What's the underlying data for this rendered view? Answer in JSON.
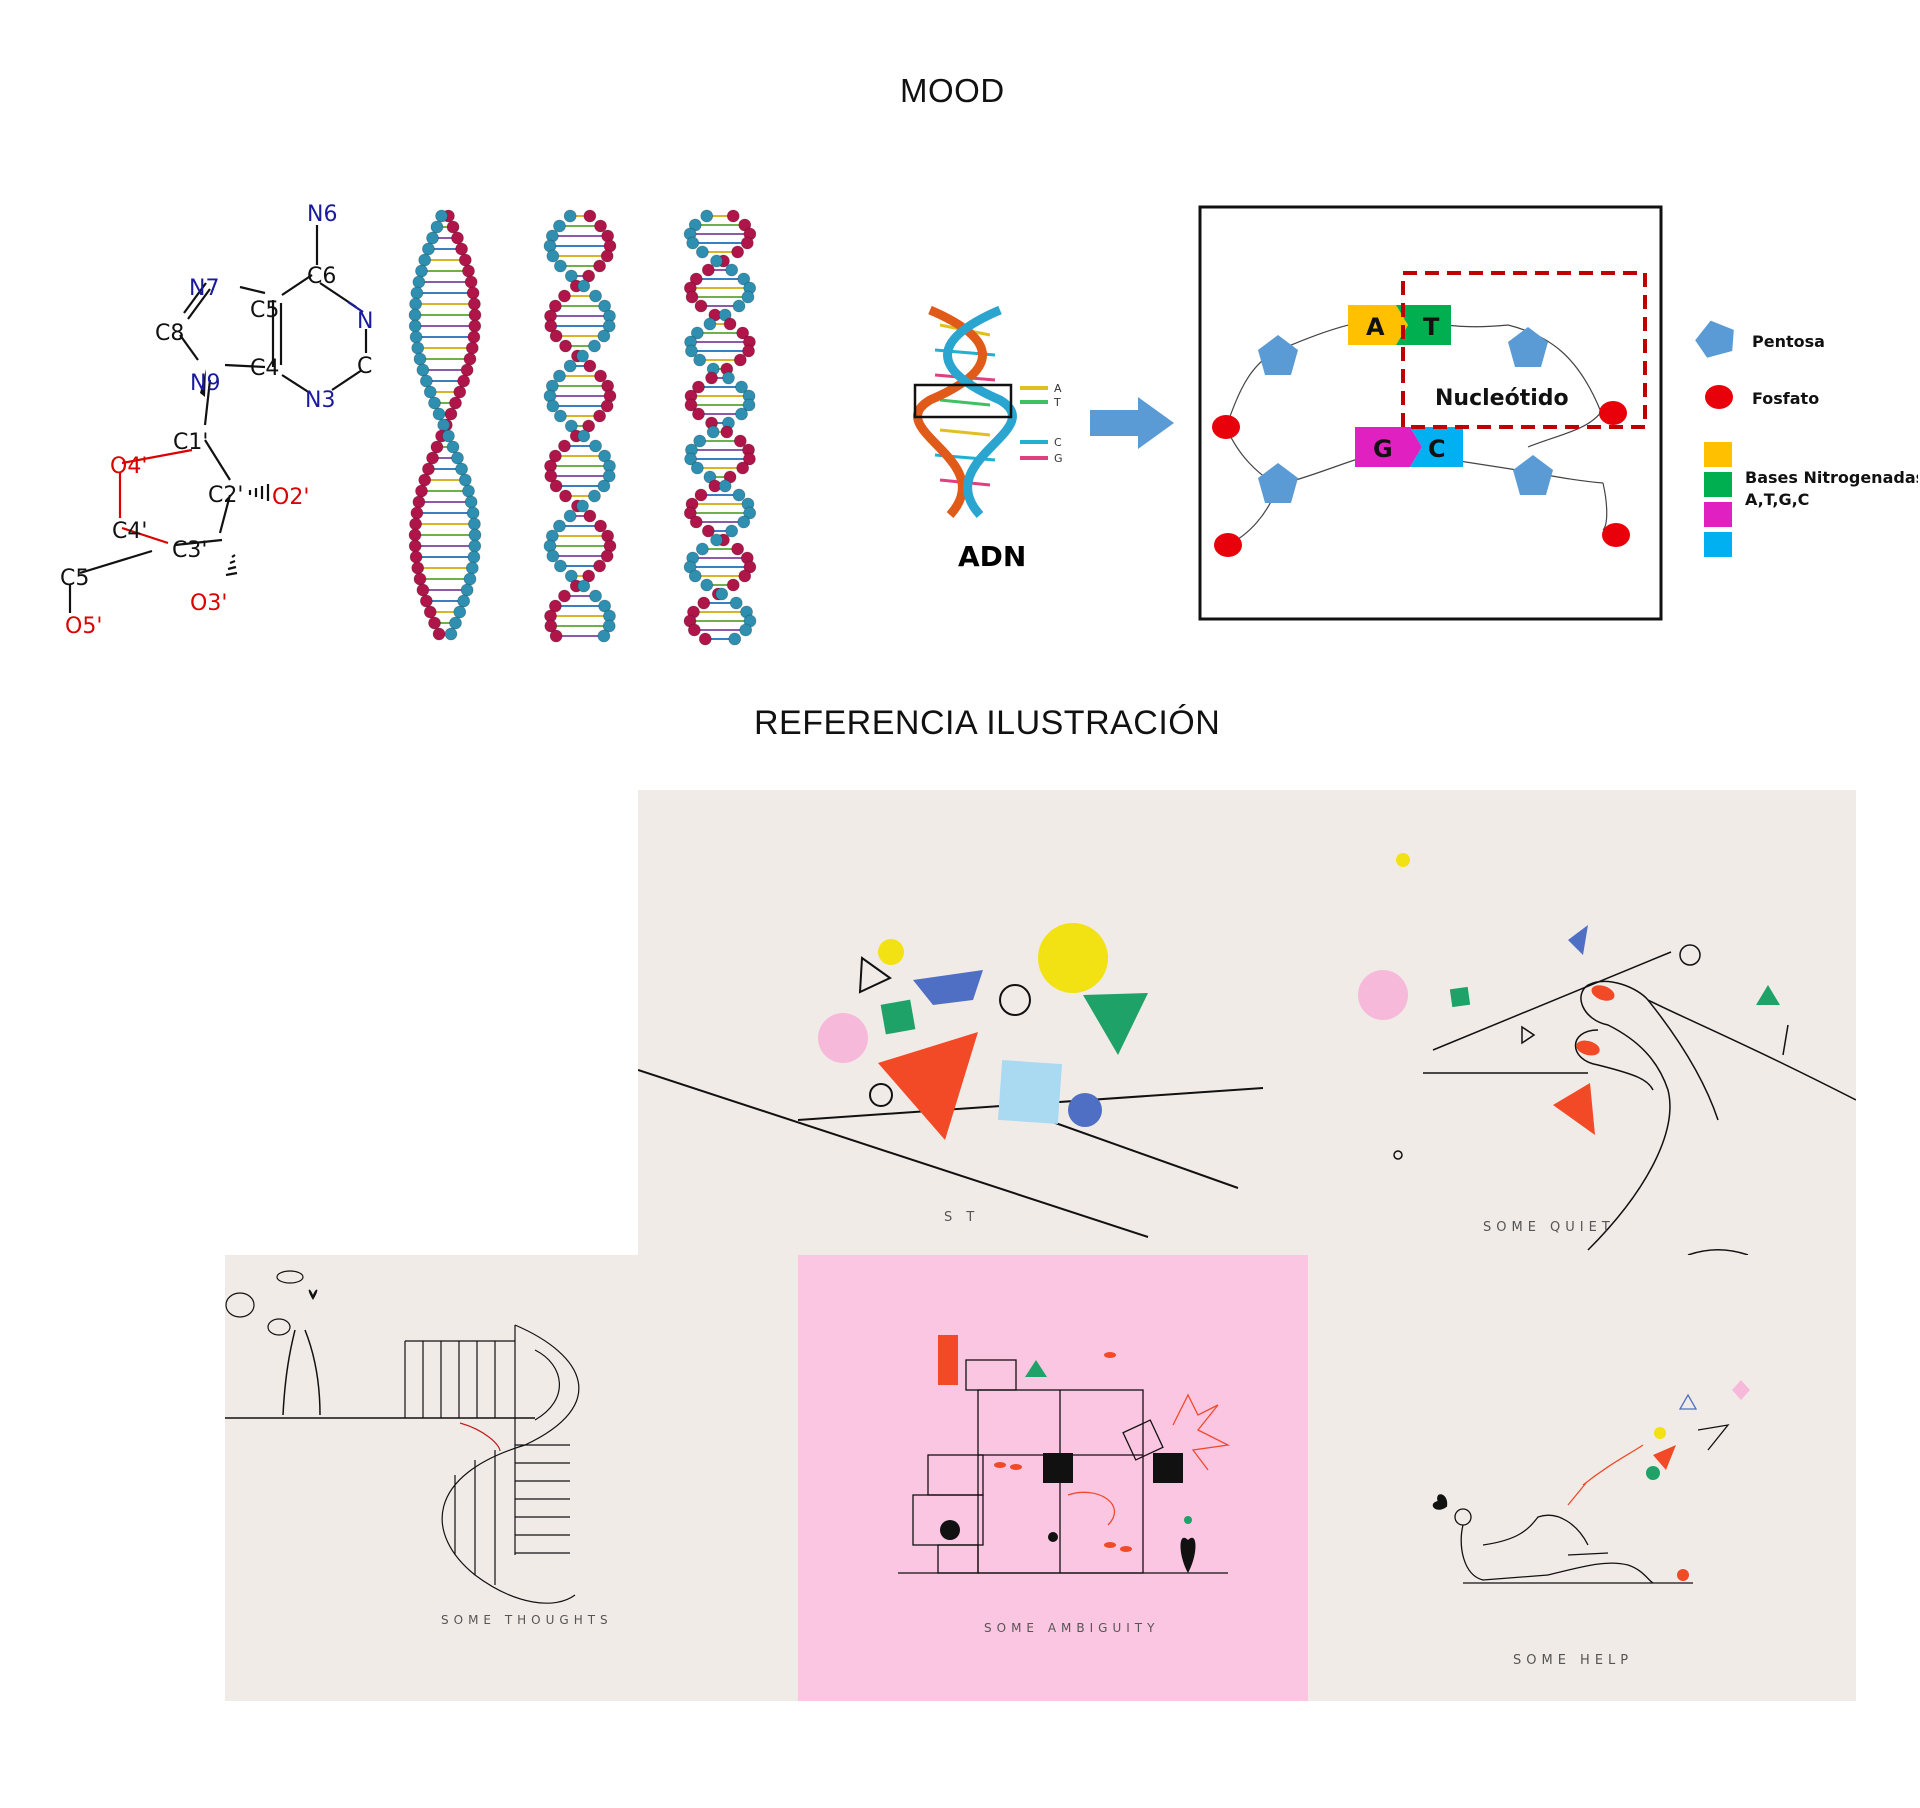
{
  "headings": {
    "mood": "MOOD",
    "reference": "REFERENCIA ILUSTRACIÓN"
  },
  "molecule": {
    "atoms": {
      "n6": "N6",
      "c6": "C6",
      "n_right": "N",
      "c_right": "C",
      "n7": "N7",
      "c5": "C5",
      "c8": "C8",
      "c4": "C4",
      "n3": "N3",
      "n9": "N9",
      "c1": "C1'",
      "o4": "O4'",
      "c2": "C2'",
      "o2": "O2'",
      "c4p": "C4'",
      "c3": "C3'",
      "c5p": "C5",
      "o3": "O3'",
      "o5": "O5'"
    }
  },
  "dna": {
    "label": "ADN",
    "base_letters": [
      "A",
      "T",
      "C",
      "G"
    ],
    "nucleotide_label": "Nucleótido",
    "pair_top": [
      "A",
      "T"
    ],
    "pair_bottom": [
      "G",
      "C"
    ]
  },
  "legend": {
    "pentosa": "Pentosa",
    "fosfato": "Fosfato",
    "bases": "Bases Nitrogenadas",
    "bases_sub": "A,T,G,C"
  },
  "colors": {
    "helix_red": "#b0154a",
    "helix_blue": "#2e8fb0",
    "pentose": "#5b9bd5",
    "phosphate": "#e8000b",
    "base_a": "#ffc000",
    "base_t": "#00b050",
    "base_g": "#e020c0",
    "base_c": "#00b0f0",
    "panel_bg": "#f1ebe8",
    "panel_pink": "#fbc6e2"
  },
  "illustrations": {
    "st": "S   T",
    "quiet": "SOME QUIET",
    "thoughts": "SOME THOUGHTS",
    "ambiguity": "SOME AMBIGUITY",
    "help": "SOME HELP"
  }
}
